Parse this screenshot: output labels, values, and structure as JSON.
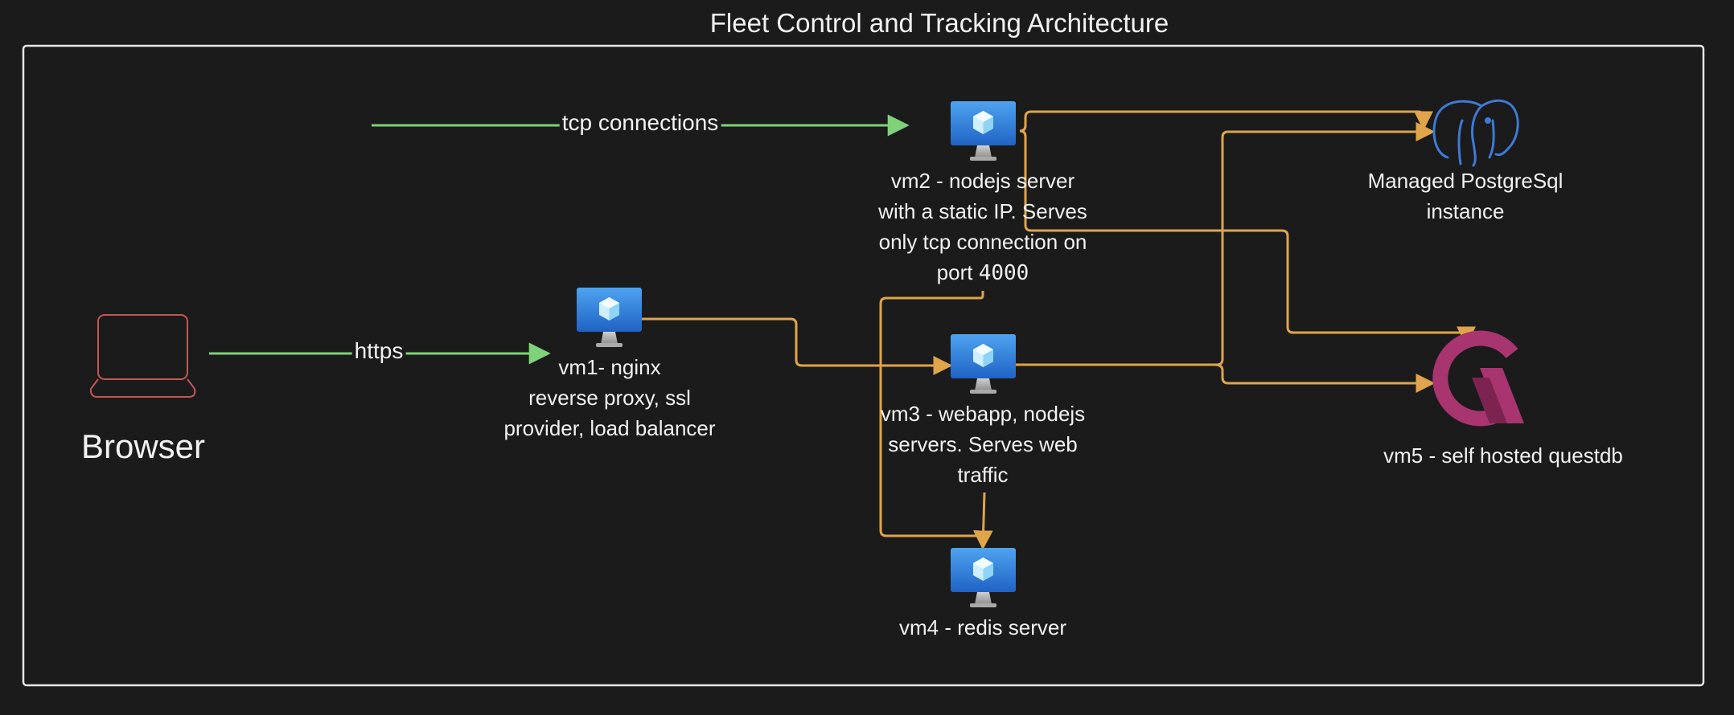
{
  "title": "Fleet Control and Tracking Architecture",
  "nodes": {
    "browser": {
      "label": "Browser",
      "icon": "laptop-icon"
    },
    "vm1": {
      "lines": [
        "vm1- nginx",
        "reverse proxy, ssl",
        "provider, load balancer"
      ],
      "icon": "virtual-machine-icon"
    },
    "vm2": {
      "lines": [
        "vm2 - nodejs server",
        "with a static IP. Serves",
        "only tcp connection on"
      ],
      "line4_prefix": "port ",
      "line4_port": "4000",
      "icon": "virtual-machine-icon"
    },
    "vm3": {
      "lines": [
        "vm3 - webapp, nodejs",
        "servers. Serves web",
        "traffic"
      ],
      "icon": "virtual-machine-icon"
    },
    "vm4": {
      "label": "vm4 - redis server",
      "icon": "virtual-machine-icon"
    },
    "postgres": {
      "lines": [
        "Managed PostgreSql",
        "instance"
      ],
      "icon": "postgresql-elephant-icon"
    },
    "vm5": {
      "label": "vm5 - self hosted questdb",
      "icon": "questdb-logo-icon"
    }
  },
  "edges": {
    "https": "https",
    "tcp": "tcp connections"
  },
  "colors": {
    "background": "#1b1b1b",
    "frame": "#e6e6e6",
    "green_arrow": "#7fd27a",
    "orange_connector": "#e0a44a",
    "laptop": "#c45656",
    "vm_screen": "#2f7fd8",
    "vm_stand": "#b9b9b9",
    "postgres": "#3f7ad6",
    "questdb": "#a8356f"
  }
}
